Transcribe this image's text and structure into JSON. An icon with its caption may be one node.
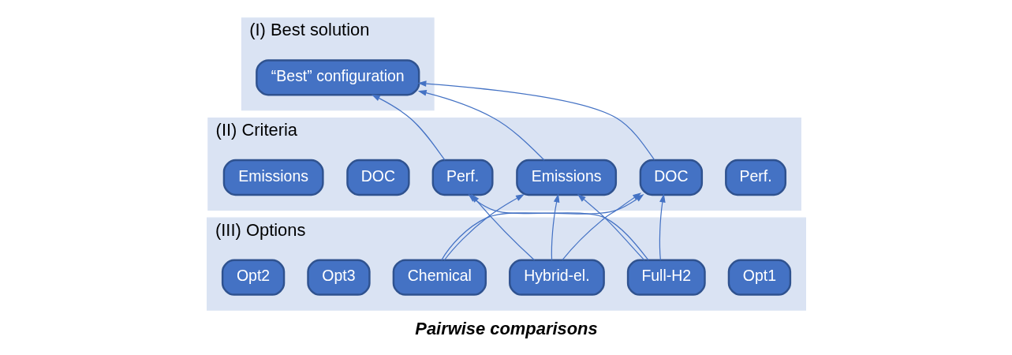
{
  "diagram": {
    "caption": "Pairwise comparisons",
    "nodes": [
      {
        "text": [
          "(I) Best solution"
        ]
      },
      {
        "text": [
          "“Best” configuration"
        ],
        "in": 0
      },
      {
        "text": [
          "(II) Criteria"
        ]
      },
      {
        "text": [
          "Perf."
        ],
        "in": 2
      },
      {
        "text": [
          "Emissions"
        ],
        "in": 2
      },
      {
        "text": [
          "DOC"
        ],
        "in": 2
      },
      {
        "text": [
          "Perf."
        ],
        "in": 2
      },
      {
        "text": [
          "Emissions"
        ],
        "in": 2
      },
      {
        "text": [
          "DOC"
        ],
        "in": 2
      },
      {
        "text": [
          "(III) Options"
        ]
      },
      {
        "text": [
          "Chemical"
        ],
        "in": 9
      },
      {
        "text": [
          "Hybrid-el."
        ],
        "in": 9
      },
      {
        "text": [
          "Full-H2"
        ],
        "in": 9
      },
      {
        "text": [
          "Opt1"
        ],
        "in": 9
      },
      {
        "text": [
          "Opt2"
        ],
        "in": 9
      },
      {
        "text": [
          "Opt3"
        ],
        "in": 9
      }
    ],
    "edges": [
      {
        "from": 3,
        "to": 1,
        "arrow": "to"
      },
      {
        "from": 4,
        "to": 1,
        "arrow": "to"
      },
      {
        "from": 5,
        "to": 1,
        "arrow": "to"
      },
      {
        "from": 10,
        "to": 4,
        "arrow": "to"
      },
      {
        "from": 10,
        "to": 5,
        "arrow": "to"
      },
      {
        "from": 11,
        "to": 3,
        "arrow": "to"
      },
      {
        "from": 11,
        "to": 4,
        "arrow": "to"
      },
      {
        "from": 11,
        "to": 5,
        "arrow": "to"
      },
      {
        "from": 12,
        "to": 3,
        "arrow": "to"
      },
      {
        "from": 12,
        "to": 4,
        "arrow": "to"
      },
      {
        "from": 12,
        "to": 5,
        "arrow": "to"
      }
    ]
  }
}
